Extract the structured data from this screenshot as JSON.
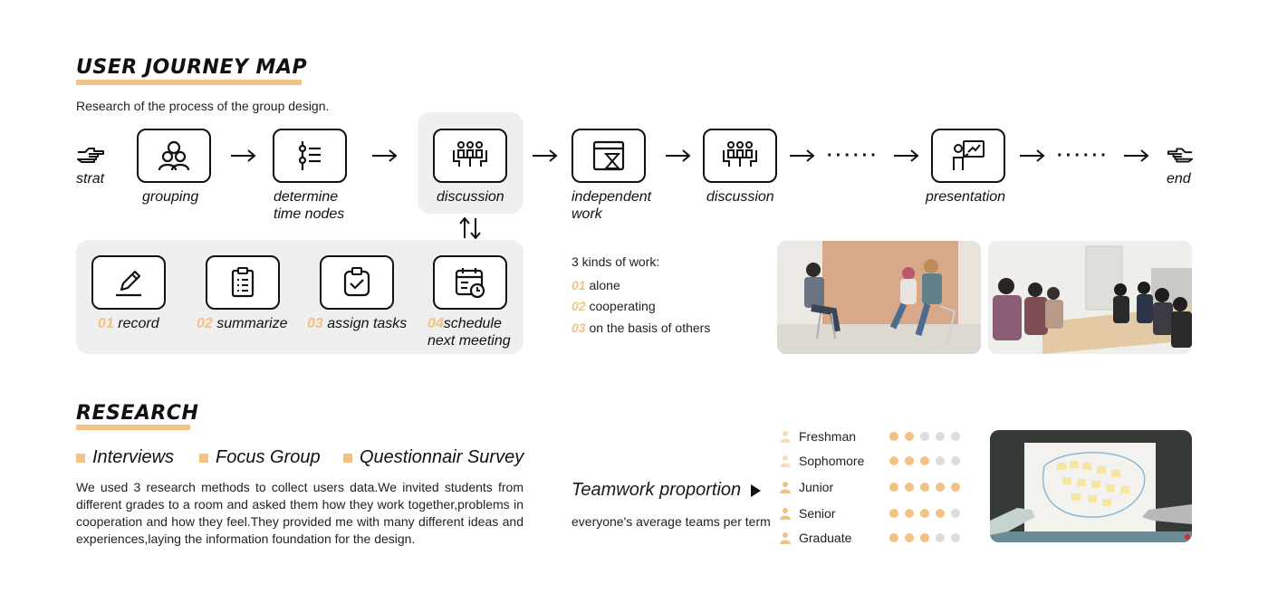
{
  "journey": {
    "title": "USER JOURNEY MAP",
    "subtitle": "Research of the process of the group design.",
    "start_label": "strat",
    "end_label": "end",
    "steps": [
      {
        "label": "grouping",
        "icon": "people-group-icon"
      },
      {
        "label_line1": "determine",
        "label_line2": "time nodes",
        "icon": "timeline-list-icon"
      },
      {
        "label": "discussion",
        "icon": "meeting-table-icon"
      },
      {
        "label_line1": "independent",
        "label_line2": "work",
        "icon": "calendar-hourglass-icon"
      },
      {
        "label": "discussion",
        "icon": "meeting-table-icon"
      },
      {
        "label": "presentation",
        "icon": "presenter-board-icon"
      }
    ],
    "ellipsis": "······",
    "sub_steps": [
      {
        "num": "01",
        "label": "record",
        "icon": "pencil-icon"
      },
      {
        "num": "02",
        "label": "summarize",
        "icon": "clipboard-list-icon"
      },
      {
        "num": "03",
        "label": "assign tasks",
        "icon": "clipboard-check-icon"
      },
      {
        "num": "04",
        "label_line1": "schedule",
        "label_line2": "next meeting",
        "icon": "calendar-clock-icon"
      }
    ],
    "work_kinds": {
      "title": "3 kinds of work:",
      "items": [
        {
          "num": "01",
          "label": "alone"
        },
        {
          "num": "02",
          "label": "cooperating"
        },
        {
          "num": "03",
          "label": "on the basis of others"
        }
      ]
    }
  },
  "research": {
    "title": "RESEARCH",
    "methods": [
      "Interviews",
      "Focus Group",
      "Questionnair Survey"
    ],
    "description": "We used 3 research methods to collect users data.We invited students from different grades to a room and asked them how they work together,problems in cooperation and how they feel.They provided me with many different ideas and experiences,laying the information foundation for the design.",
    "teamwork_title": "Teamwork proportion",
    "teamwork_sub": "everyone's average teams per term",
    "grades": [
      {
        "name": "Freshman",
        "level": 2,
        "max": 5
      },
      {
        "name": "Sophomore",
        "level": 3,
        "max": 5
      },
      {
        "name": "Junior",
        "level": 5,
        "max": 5
      },
      {
        "name": "Senior",
        "level": 4,
        "max": 5
      },
      {
        "name": "Graduate",
        "level": 3,
        "max": 5
      }
    ]
  },
  "colors": {
    "accent": "#f2c184",
    "panel": "#efefef",
    "inactive_dot": "#dcdcdc"
  }
}
